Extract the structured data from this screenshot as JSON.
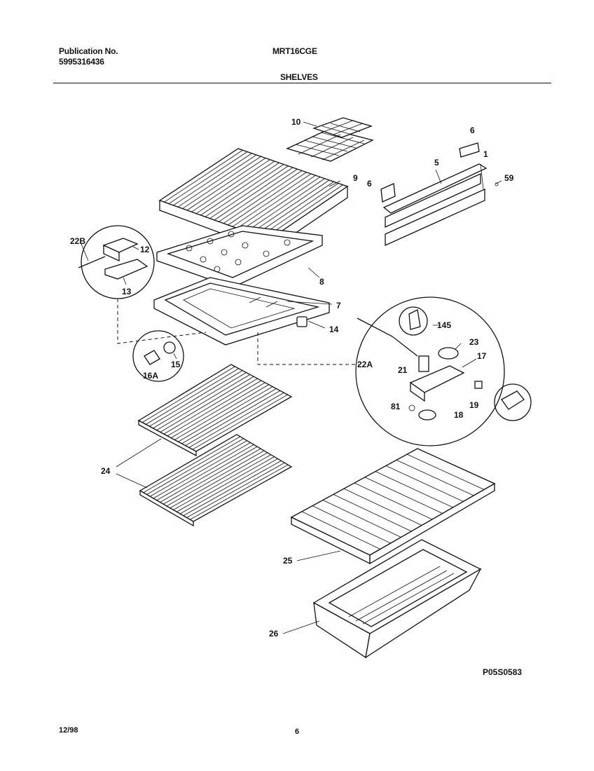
{
  "header": {
    "publication_label": "Publication No.",
    "publication_number": "5995316436",
    "model": "MRT16CGE",
    "section_title": "SHELVES"
  },
  "callouts": {
    "c10": "10",
    "c6a": "6",
    "c1": "1",
    "c5": "5",
    "c9": "9",
    "c6b": "6",
    "c59": "59",
    "c22B": "22B",
    "c12": "12",
    "c13": "13",
    "c8": "8",
    "c7": "7",
    "c14": "14",
    "c145": "145",
    "c23": "23",
    "c17": "17",
    "c22A": "22A",
    "c21": "21",
    "c15": "15",
    "c16A": "16A",
    "c81": "81",
    "c18": "18",
    "c19": "19",
    "c24": "24",
    "c25": "25",
    "c26": "26"
  },
  "footer": {
    "figure_code": "P05S0583",
    "date": "12/98",
    "page": "6"
  }
}
